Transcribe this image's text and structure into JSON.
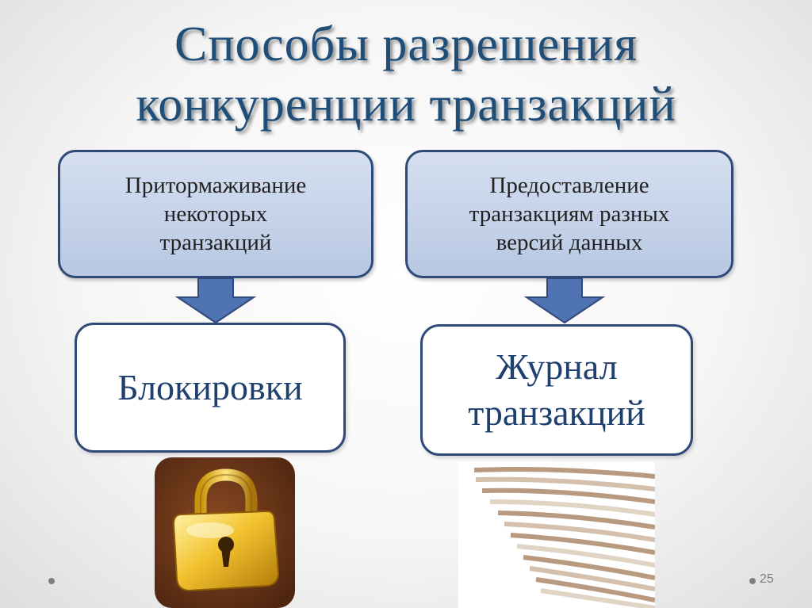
{
  "title": {
    "line1": "Способы разрешения",
    "line2": "конкуренции транзакций"
  },
  "left_method": {
    "lines": [
      "Притормаживание",
      "некоторых",
      "транзакций"
    ],
    "result": "Блокировки",
    "image_icon": "padlock-icon"
  },
  "right_method": {
    "lines": [
      "Предоставление",
      "транзакциям разных",
      "версий данных"
    ],
    "result_lines": [
      "Журнал",
      "транзакций"
    ],
    "image_icon": "paper-stack-icon"
  },
  "slide_number": "25",
  "colors": {
    "title": "#1f4e79",
    "box_border": "#2f4a78",
    "box_fill": "#c6d3ea",
    "arrow": "#4f73b3"
  }
}
